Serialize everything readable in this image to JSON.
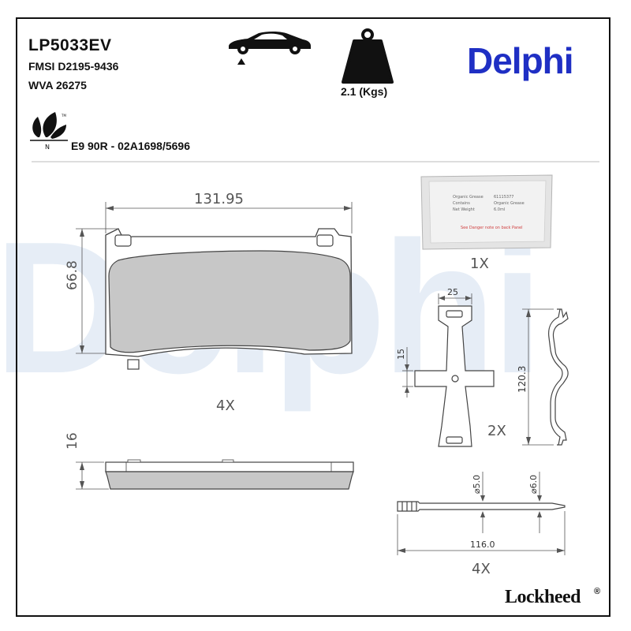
{
  "header": {
    "part_number": "LP5033EV",
    "fmsi": "FMSI D2195-9436",
    "wva": "WVA 26275",
    "homologation": "E9 90R - 02A1698/5696",
    "weight": "2.1 (Kgs)",
    "eco_label": "N",
    "eco_tm": "TM"
  },
  "brand": {
    "name": "Delphi",
    "watermark": "Delphi",
    "color": "#1f2fc4",
    "watermark_color": "#e8eef7"
  },
  "footer": {
    "name": "Lockheed",
    "reg": "®"
  },
  "grease_sachet": {
    "line1_label": "Organic Grease",
    "line1_value": "61115377",
    "line2_label": "Contains",
    "line2_value": "Organic Grease",
    "line3_label": "Net Weight",
    "line3_value": "6.0ml",
    "warning": "See Danger note on back Panel"
  },
  "dimensions": {
    "pad_width": "131.95",
    "pad_height": "66.8",
    "pad_thickness": "16",
    "clip_width": "25",
    "clip_offset": "15",
    "spring_length": "120.3",
    "pin_length": "116.0",
    "pin_dia_small": "⌀5.0",
    "pin_dia_large": "⌀6.0"
  },
  "quantities": {
    "pad": "4X",
    "sachet": "1X",
    "clip": "2X",
    "pin": "4X"
  },
  "icons": [
    "car-lift-icon",
    "weight-icon",
    "eco-leaf-icon"
  ]
}
